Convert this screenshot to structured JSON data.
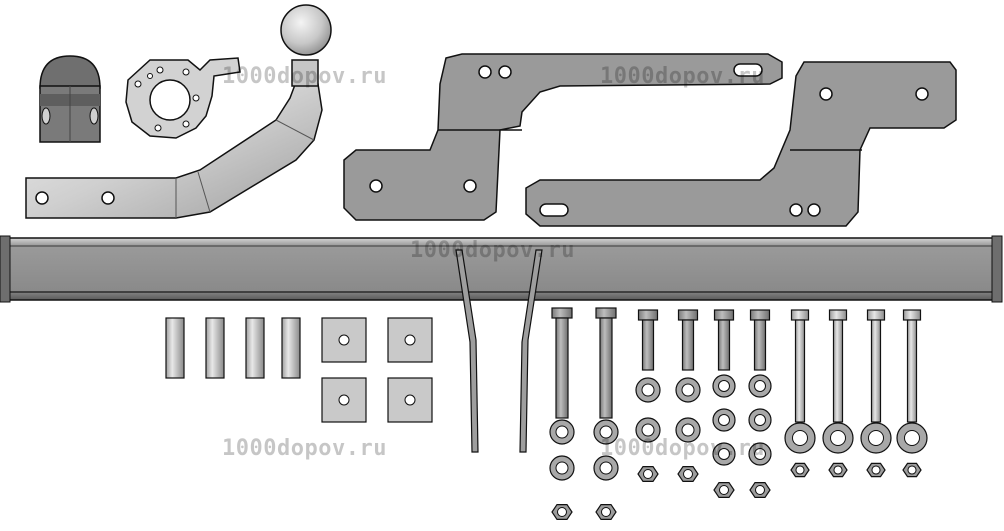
{
  "image": {
    "description_colors": {
      "background": "#ffffff",
      "metal_dark": "#8c8c8c",
      "metal_mid": "#b3b3b3",
      "metal_light": "#dedede",
      "outline": "#111111"
    }
  },
  "watermarks": [
    {
      "text": "1000dopov.ru"
    },
    {
      "text": "1000dopov.ru"
    },
    {
      "text": "1000dopov.ru"
    },
    {
      "text": "1000dopov.ru"
    },
    {
      "text": "1000dopov.ru"
    }
  ]
}
